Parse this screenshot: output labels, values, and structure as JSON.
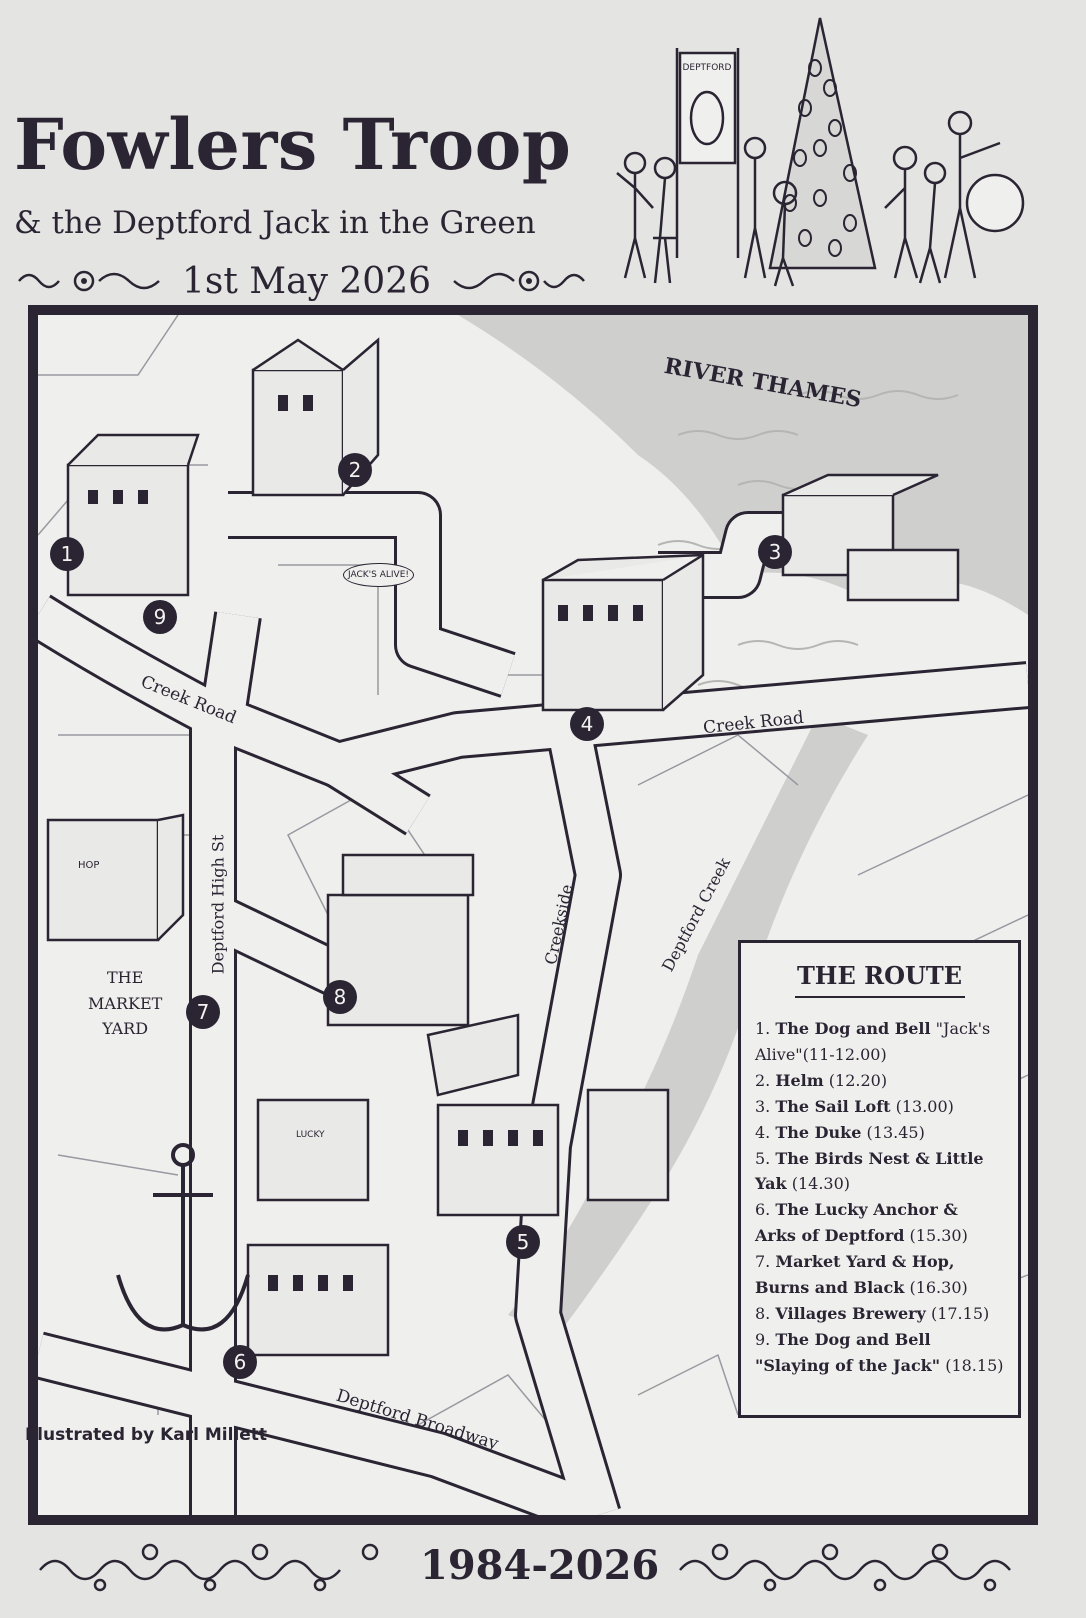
{
  "header": {
    "title": "Fowlers Troop",
    "subtitle": "& the Deptford Jack in the Green",
    "date": "1st May 2026",
    "banner_text": "DEPTFORD"
  },
  "map": {
    "river": "RIVER THAMES",
    "roads": {
      "creek_road_left": "Creek Road",
      "creek_road_right": "Creek Road",
      "deptford_high_st": "Deptford High St",
      "creekside": "Creekside",
      "deptford_creek": "Deptford Creek",
      "deptford_broadway": "Deptford Broadway"
    },
    "market_yard": [
      "THE",
      "MARKET",
      "YARD"
    ],
    "signs": {
      "hop": "HOP",
      "lucky": "LUCKY"
    },
    "speech_bubble": "JACK'S ALIVE!",
    "markers": [
      "1",
      "2",
      "3",
      "4",
      "5",
      "6",
      "7",
      "8",
      "9"
    ]
  },
  "legend": {
    "title": "THE ROUTE",
    "items": [
      {
        "num": "1.",
        "name": "The Dog and Bell",
        "detail": "\"Jack's Alive\"(11-12.00)"
      },
      {
        "num": "2.",
        "name": "Helm",
        "detail": "(12.20)"
      },
      {
        "num": "3.",
        "name": "The Sail Loft",
        "detail": "(13.00)"
      },
      {
        "num": "4.",
        "name": "The Duke",
        "detail": "(13.45)"
      },
      {
        "num": "5.",
        "name": "The Birds Nest & Little Yak",
        "detail": "(14.30)"
      },
      {
        "num": "6.",
        "name": "The Lucky Anchor & Arks of Deptford",
        "detail": "(15.30)"
      },
      {
        "num": "7.",
        "name": "Market Yard & Hop, Burns and Black",
        "detail": "(16.30)"
      },
      {
        "num": "8.",
        "name": "Villages Brewery",
        "detail": "(17.15)"
      },
      {
        "num": "9.",
        "name": "The Dog and Bell \"Slaying of the Jack\"",
        "detail": "(18.15)"
      }
    ]
  },
  "credit": "Illustrated by Karl Millett",
  "footer": {
    "years": "1984-2026"
  },
  "colors": {
    "ink": "#2b2433",
    "paper": "#efefed",
    "water": "#cfcfce"
  }
}
